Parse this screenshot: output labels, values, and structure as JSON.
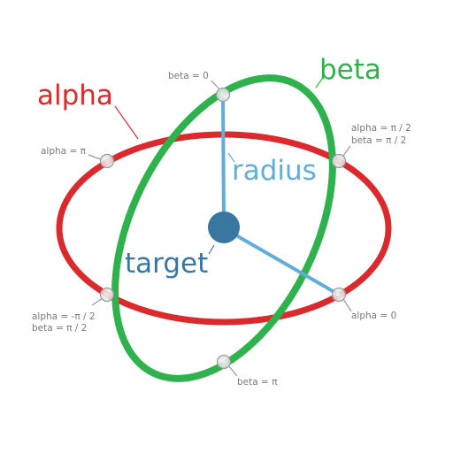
{
  "colors": {
    "alpha": "#db2a2e",
    "beta": "#2fb24d",
    "radius": "#62acd9",
    "target": "#3a77a0",
    "small_text": "#7a7a7a",
    "marker_fill": "#eeeeee",
    "marker_stroke": "#999999"
  },
  "labels": {
    "alpha": "alpha",
    "beta": "beta",
    "radius": "radius",
    "target": "target"
  },
  "markers": {
    "beta_0": "beta = 0",
    "beta_pi": "beta = π",
    "alpha_pi": "alpha = π",
    "alpha_0": "alpha = 0",
    "alpha_pi2_line1": "alpha = π / 2",
    "alpha_pi2_line2": "beta = π / 2",
    "alpha_mpi2_line1": "alpha = -π / 2",
    "alpha_mpi2_line2": "beta = π / 2"
  }
}
